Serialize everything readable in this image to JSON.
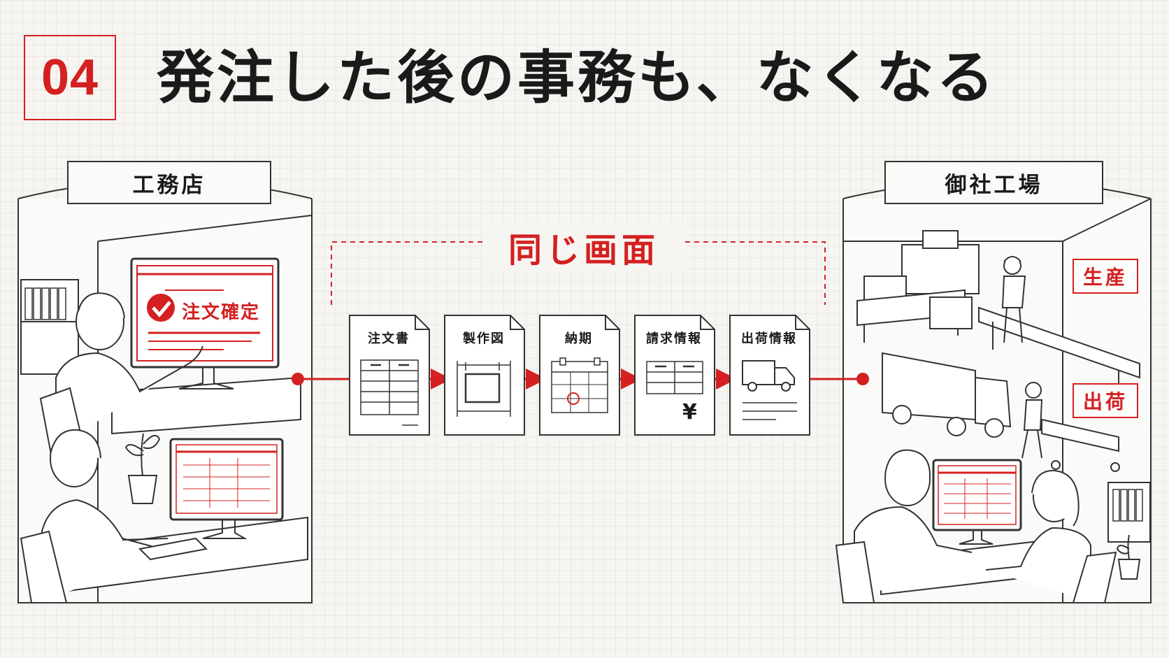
{
  "header": {
    "number": "04",
    "title": "発注した後の事務も、なくなる"
  },
  "left_scene": {
    "label": "工務店",
    "confirm_text": "注文確定"
  },
  "right_scene": {
    "label": "御社工場",
    "tags": [
      "生産",
      "出荷"
    ]
  },
  "flow": {
    "label": "同じ画面",
    "documents": [
      {
        "label": "注文書",
        "icon": "table-icon"
      },
      {
        "label": "製作図",
        "icon": "drawing-icon"
      },
      {
        "label": "納期",
        "icon": "calendar-icon"
      },
      {
        "label": "請求情報",
        "icon": "invoice-yen-icon"
      },
      {
        "label": "出荷情報",
        "icon": "truck-icon"
      }
    ],
    "yen_symbol": "¥"
  },
  "colors": {
    "accent": "#d42020",
    "ink": "#1a1a1a",
    "background": "#f6f5f2"
  }
}
